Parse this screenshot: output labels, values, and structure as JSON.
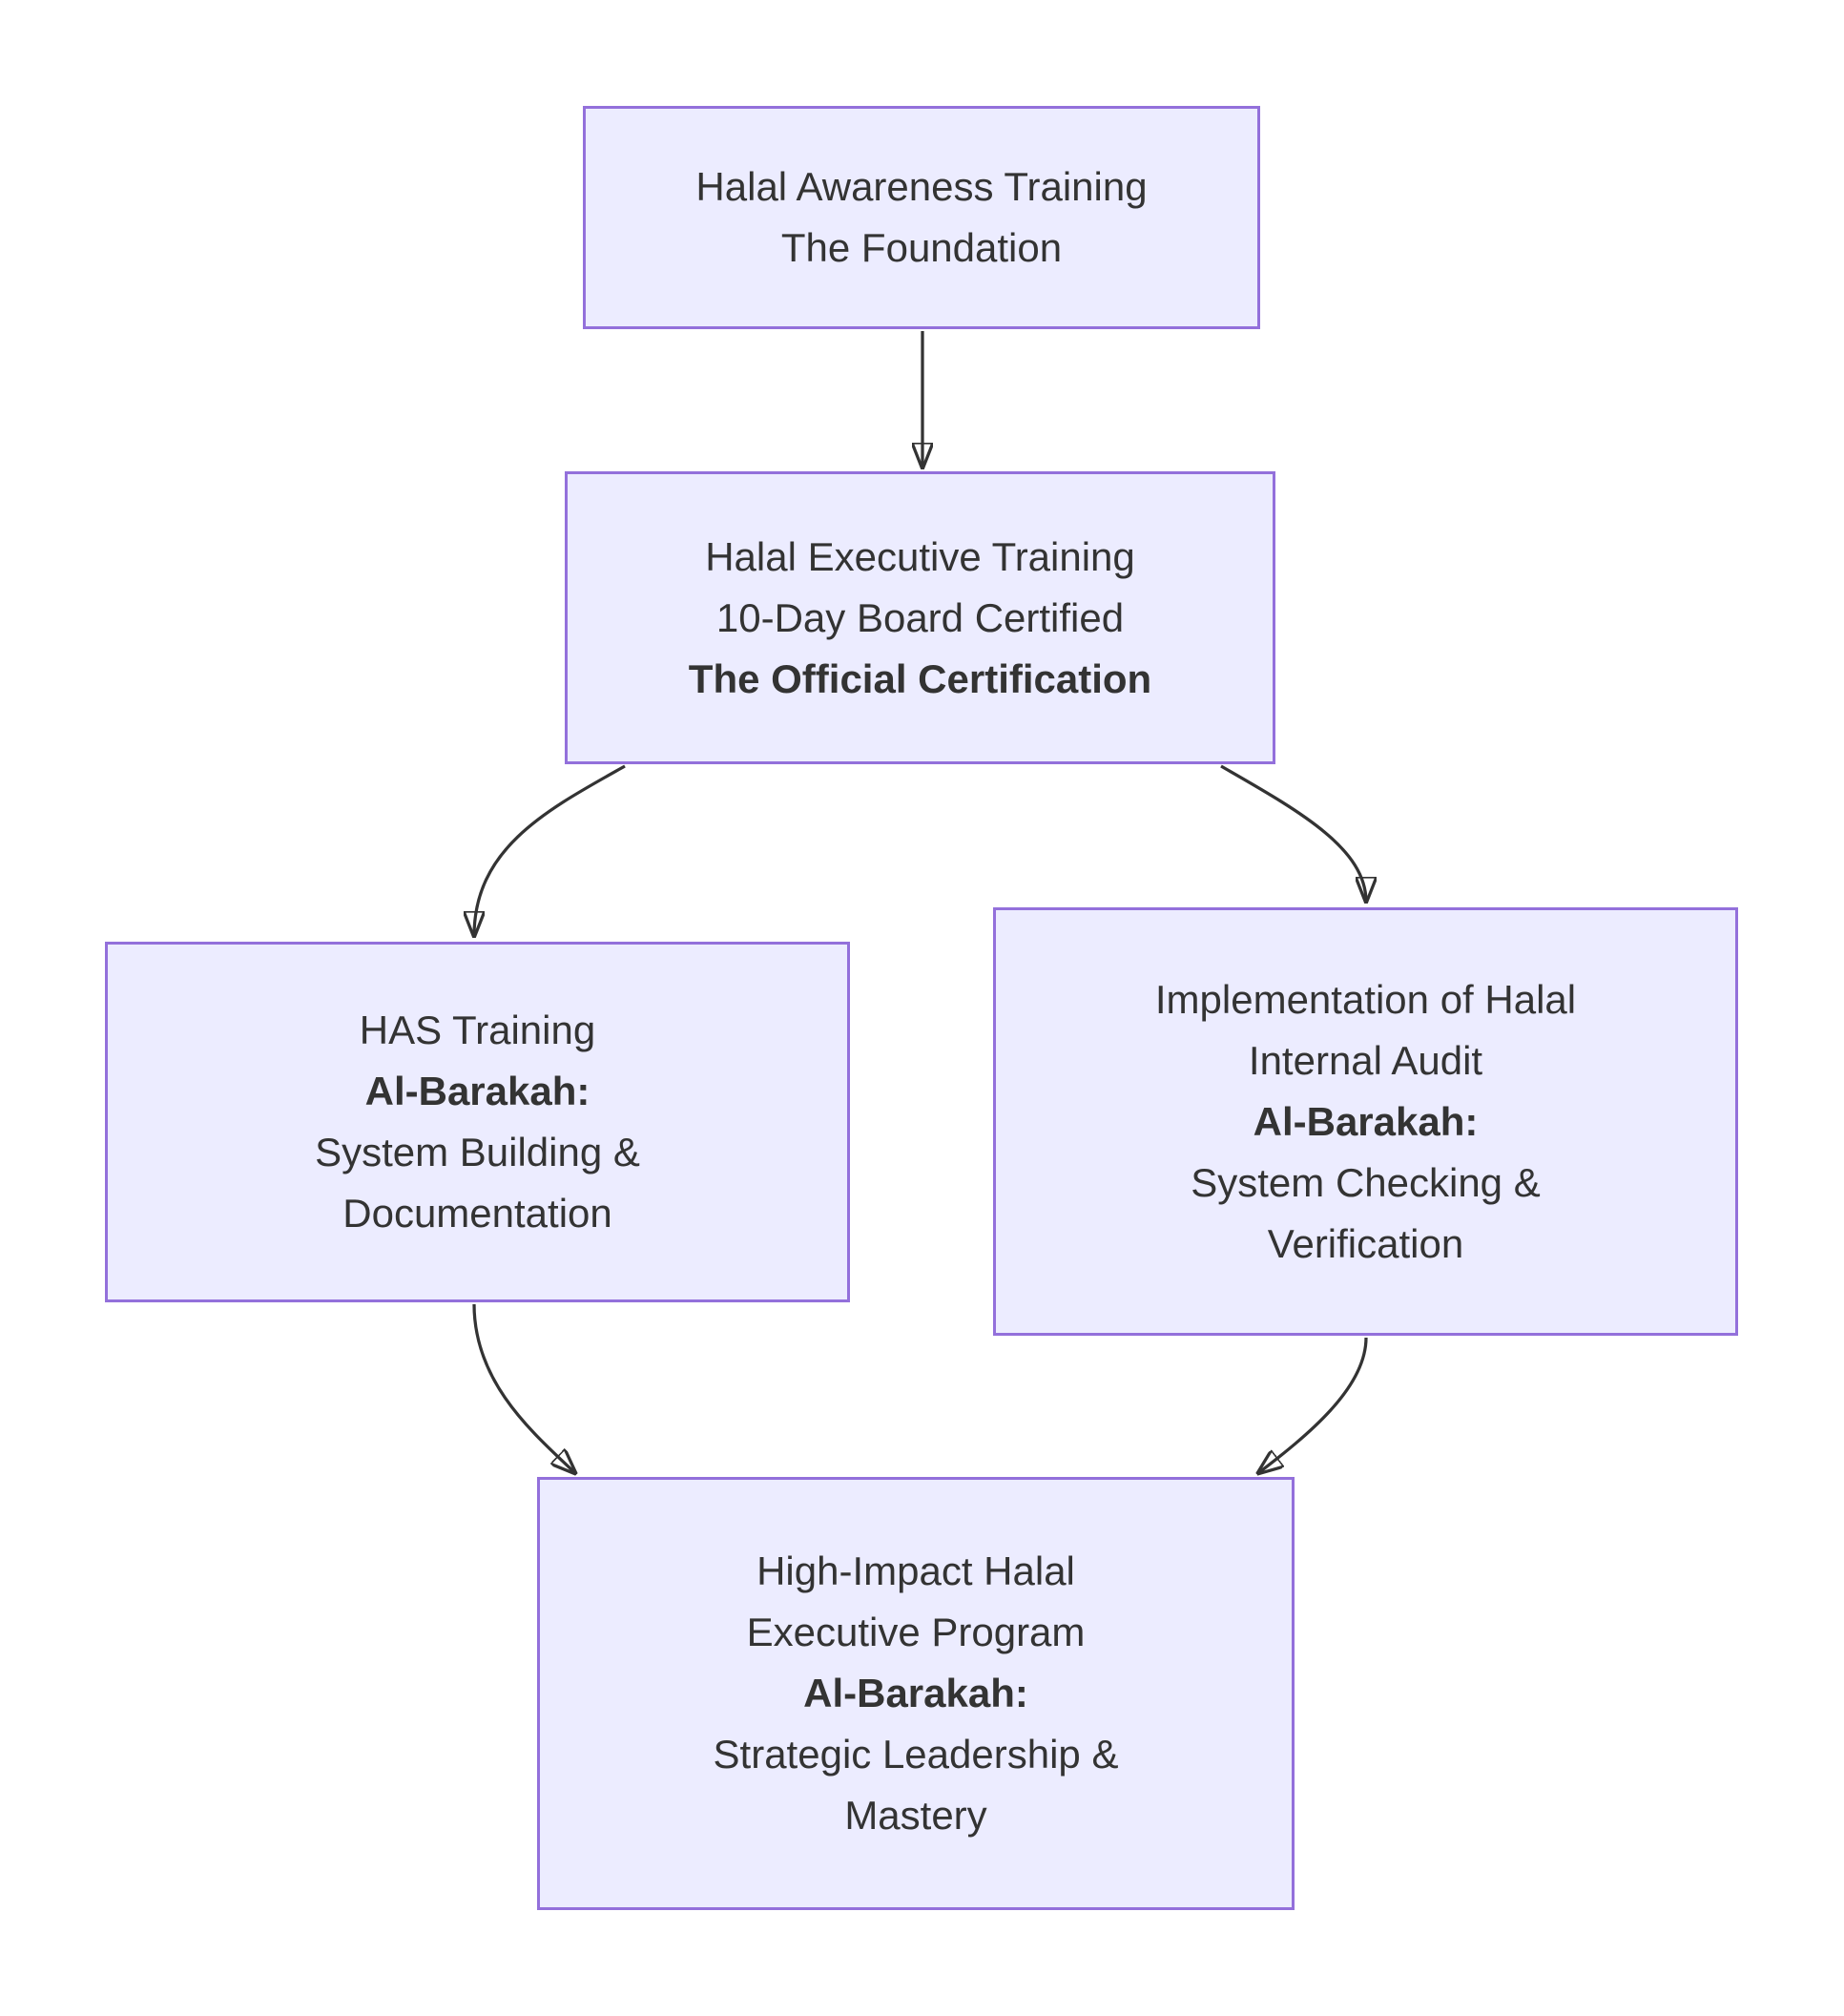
{
  "diagram": {
    "type": "flowchart",
    "colors": {
      "background": "#ffffff",
      "node_fill": "#ECECFF",
      "node_border": "#9370DB",
      "text_color": "#333333",
      "edge_color": "#333333"
    },
    "nodes": {
      "awareness": {
        "lines": [
          "Halal Awareness Training",
          "The Foundation"
        ]
      },
      "executive": {
        "lines": [
          "Halal Executive Training",
          "10-Day Board Certified",
          "The Official Certification"
        ]
      },
      "has_training": {
        "lines": [
          "HAS Training",
          "Al-Barakah:",
          "System Building &",
          "Documentation"
        ]
      },
      "internal_audit": {
        "lines": [
          "Implementation of Halal",
          "Internal Audit",
          "Al-Barakah:",
          "System Checking &",
          "Verification"
        ]
      },
      "executive_program": {
        "lines": [
          "High-Impact Halal",
          "Executive Program",
          "Al-Barakah:",
          "Strategic Leadership &",
          "Mastery"
        ]
      }
    },
    "edges": [
      {
        "from": "awareness",
        "to": "executive"
      },
      {
        "from": "executive",
        "to": "has_training"
      },
      {
        "from": "executive",
        "to": "internal_audit"
      },
      {
        "from": "has_training",
        "to": "executive_program"
      },
      {
        "from": "internal_audit",
        "to": "executive_program"
      }
    ]
  }
}
